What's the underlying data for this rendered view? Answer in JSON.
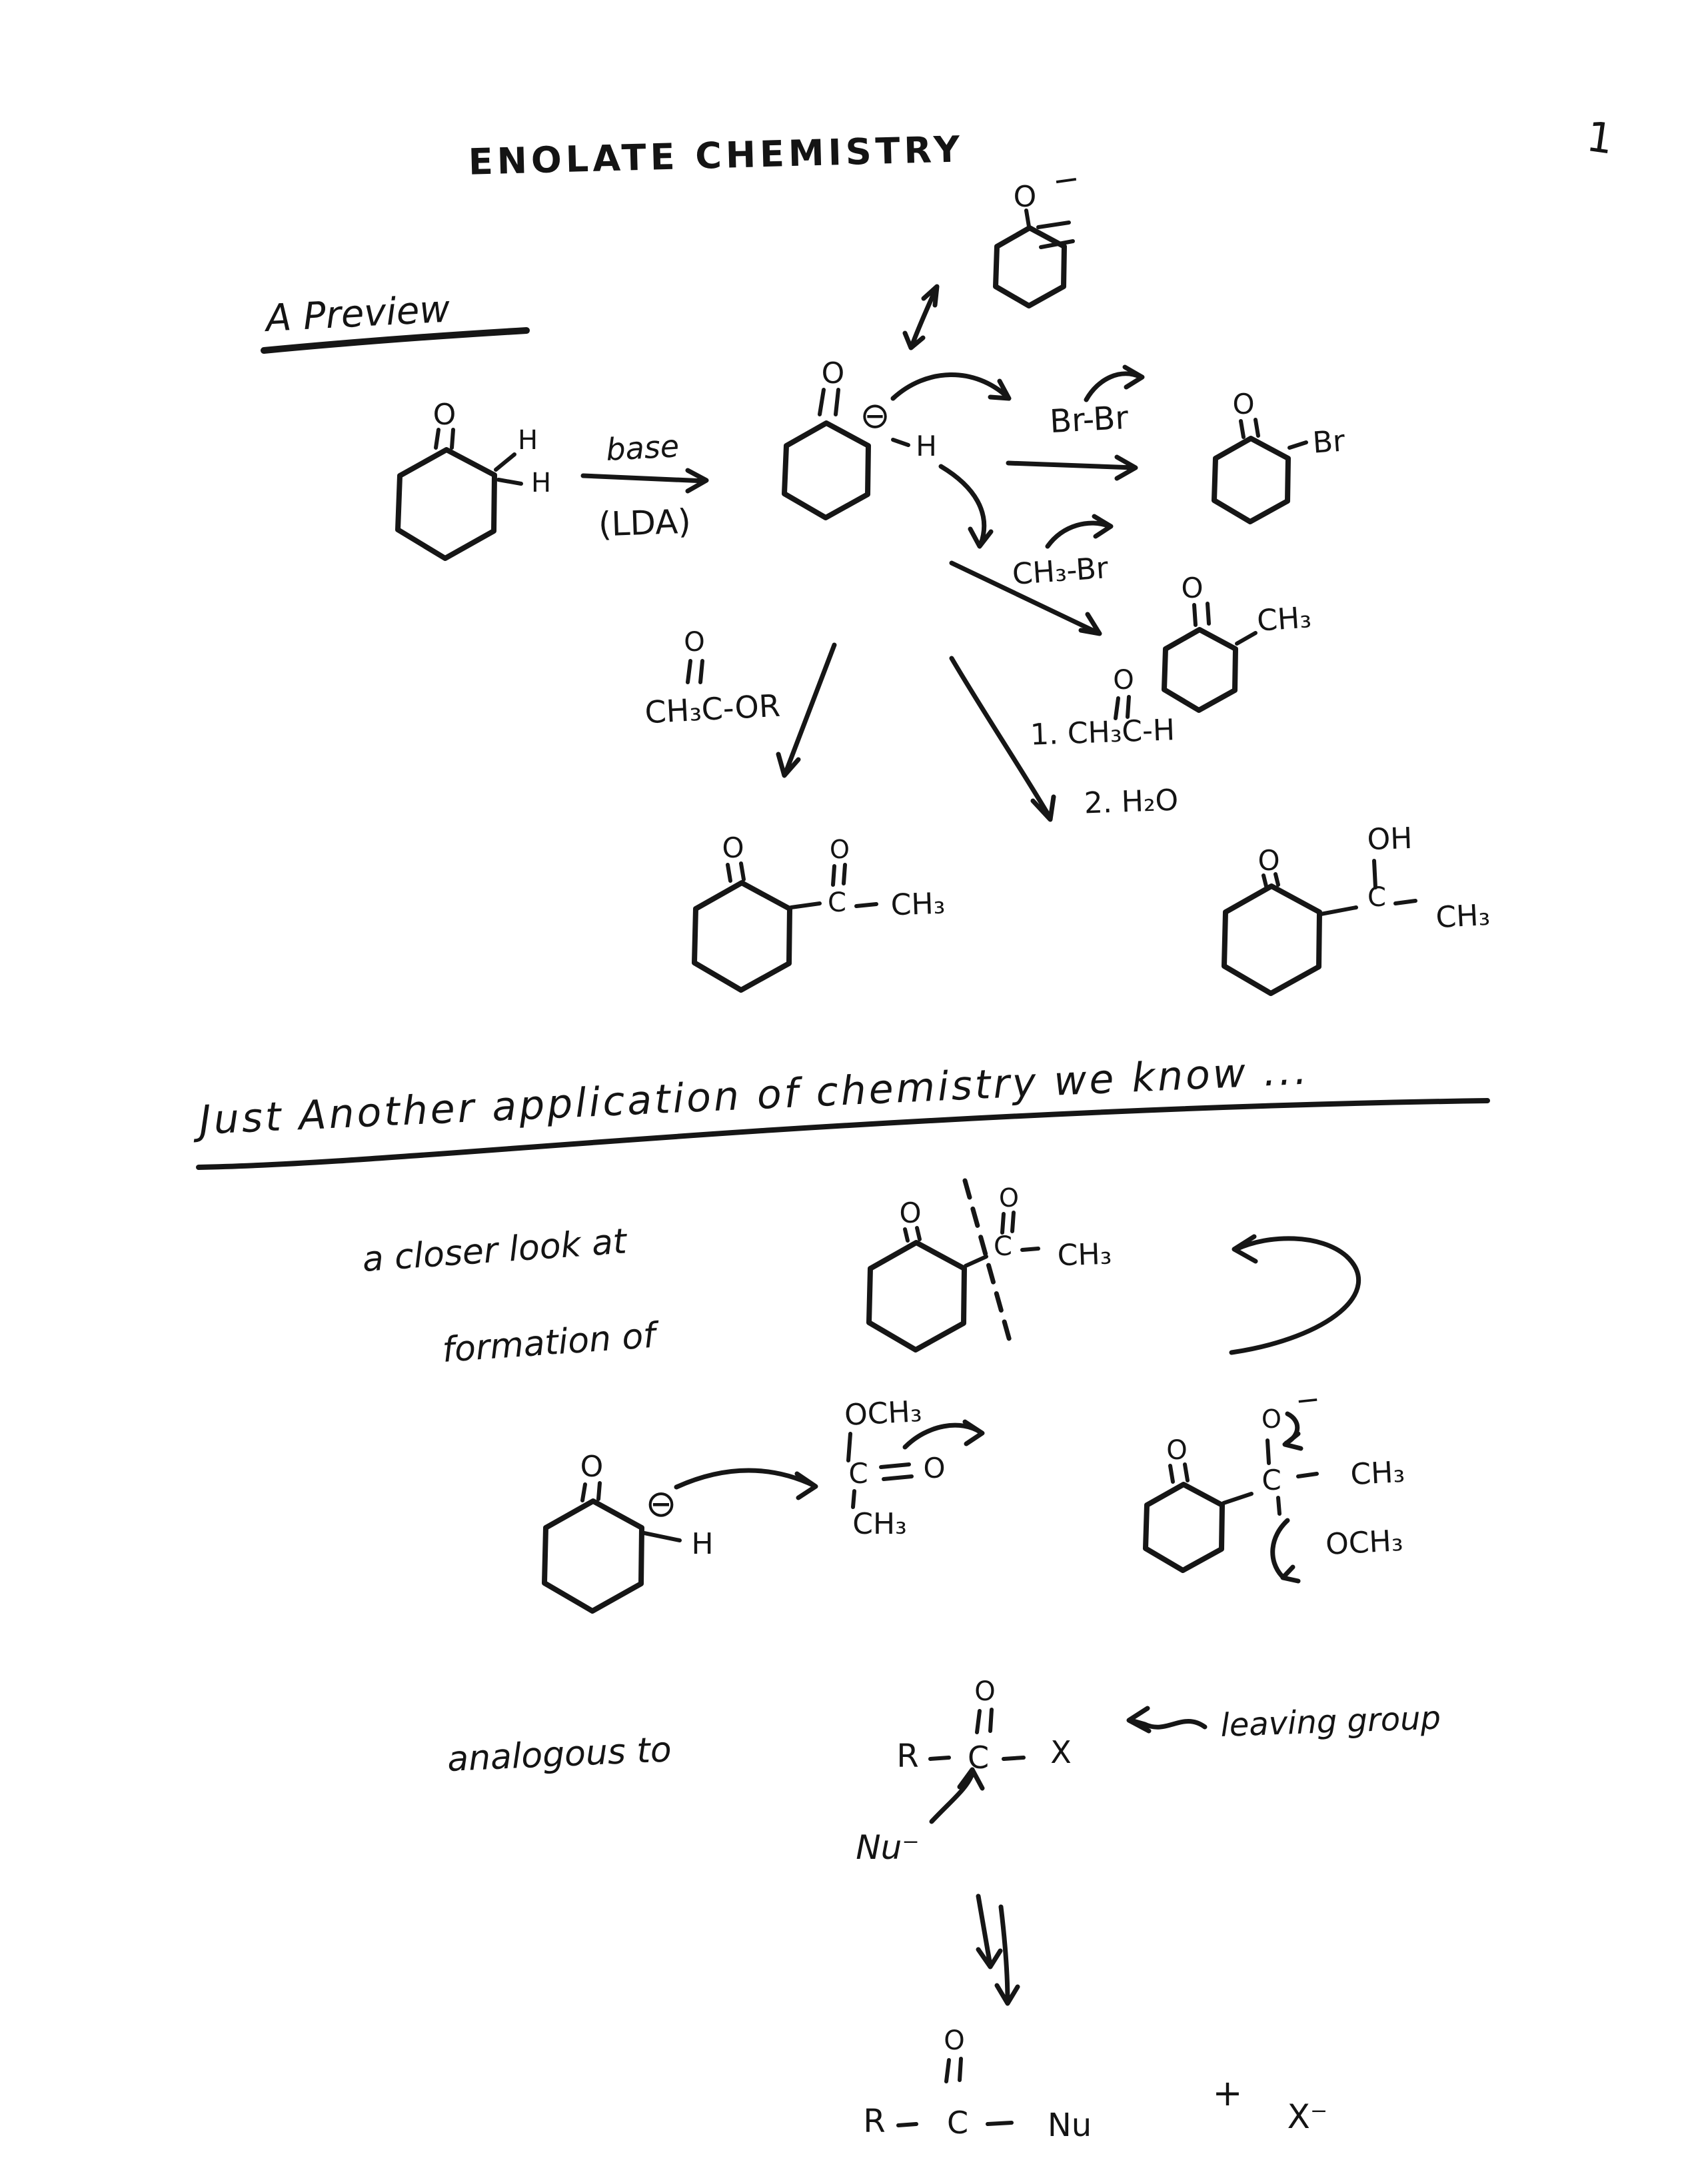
{
  "page_number": "1",
  "title": "ENOLATE CHEMISTRY",
  "glyphs": {
    "o": "O",
    "h": "H",
    "c": "C",
    "minus": "−",
    "circled_minus": "⊖",
    "ch3": "CH₃",
    "plus": "+"
  },
  "preview": {
    "heading": "A  Preview",
    "base_label": "base",
    "lda_label": "(LDA)",
    "br2_label": "Br-Br",
    "br_label": "Br",
    "ch3br_label": "CH₃-Br",
    "ester_label": "CH₃C-OR",
    "aldehyde_step": "1. CH₃C-H",
    "water_step": "2. H₂O",
    "oh_label": "OH"
  },
  "section2": {
    "heading": "Just Another application of chemistry we know ...",
    "closer_line1": "a closer look at",
    "closer_line2": "formation of",
    "och3": "OCH₃",
    "analogous_label": "analogous to",
    "r": "R",
    "x": "X",
    "nu": "Nu",
    "leaving_group_label": "leaving group",
    "nucleophile_label": "Nu⁻",
    "x_minus_label": "X⁻"
  }
}
